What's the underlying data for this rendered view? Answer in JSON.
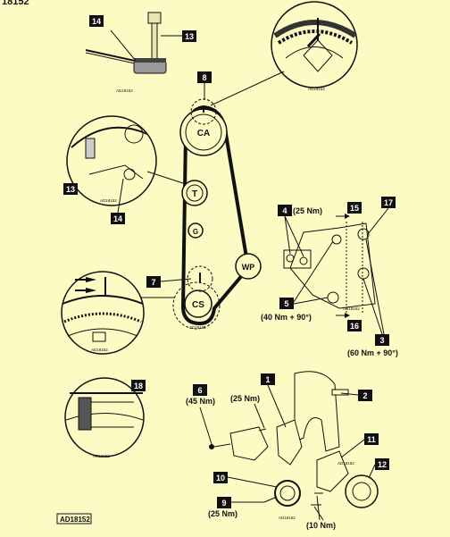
{
  "header": {
    "code": "18152"
  },
  "tags": {
    "t1": "1",
    "t2": "2",
    "t3": "3",
    "t4": "4",
    "t5": "5",
    "t6": "6",
    "t7": "7",
    "t8": "8",
    "t9": "9",
    "t10": "10",
    "t11": "11",
    "t12": "12",
    "t13a": "13",
    "t13b": "13",
    "t14a": "14",
    "t14b": "14",
    "t15": "15",
    "t16": "16",
    "t17": "17",
    "t18": "18"
  },
  "pulleys": {
    "ca": "CA",
    "t": "T",
    "g": "G",
    "wp": "WP",
    "cs": "CS"
  },
  "torques": {
    "tq4": "(25 Nm)",
    "tq5": "(40 Nm + 90°)",
    "tq3": "(60 Nm + 90°)",
    "tq6": "(45 Nm)",
    "tq_bolt": "(25 Nm)",
    "tq9": "(25 Nm)",
    "tq11": "(10 Nm)"
  },
  "refs": {
    "r1": "AD18152",
    "r2": "AD18152",
    "r3": "AD18152",
    "r4": "AD18152",
    "r5": "AD18152",
    "r6": "AD18152",
    "r7": "AD18152",
    "r8": "AD18152",
    "r9": "AD18152"
  },
  "footer": {
    "label": "AD18152"
  }
}
